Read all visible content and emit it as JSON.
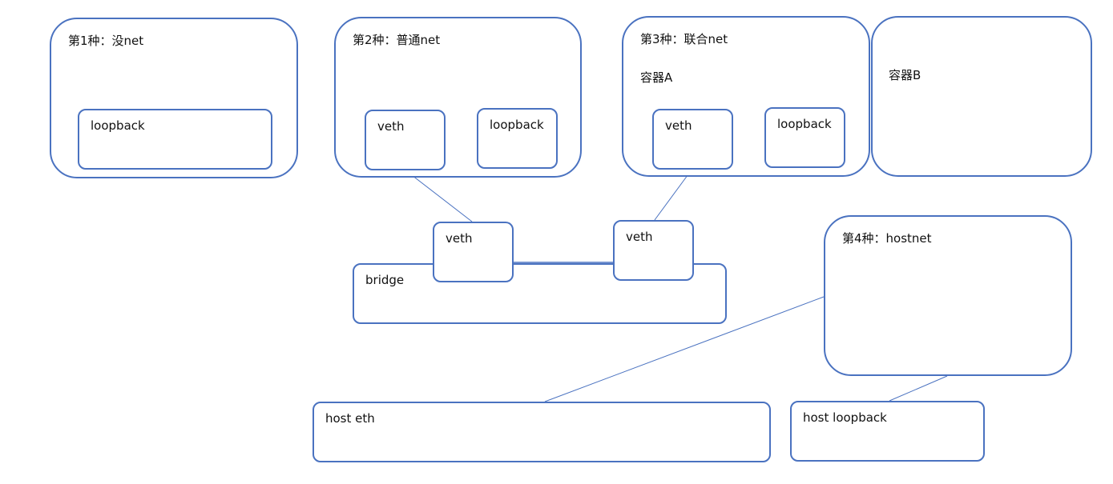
{
  "colors": {
    "border": "#4a72c0",
    "line": "#4a72c0"
  },
  "mode1": {
    "title": "第1种：没net",
    "loopback": "loopback"
  },
  "mode2": {
    "title": "第2种：普通net",
    "veth": "veth",
    "loopback": "loopback"
  },
  "mode3": {
    "title": "第3种：联合net",
    "container_a": "容器A",
    "veth": "veth",
    "loopback": "loopback",
    "container_b": "容器B"
  },
  "bridge": {
    "label": "bridge",
    "veth_left": "veth",
    "veth_right": "veth"
  },
  "mode4": {
    "title": "第4种：hostnet"
  },
  "host": {
    "eth": "host eth",
    "loopback": "host loopback"
  }
}
